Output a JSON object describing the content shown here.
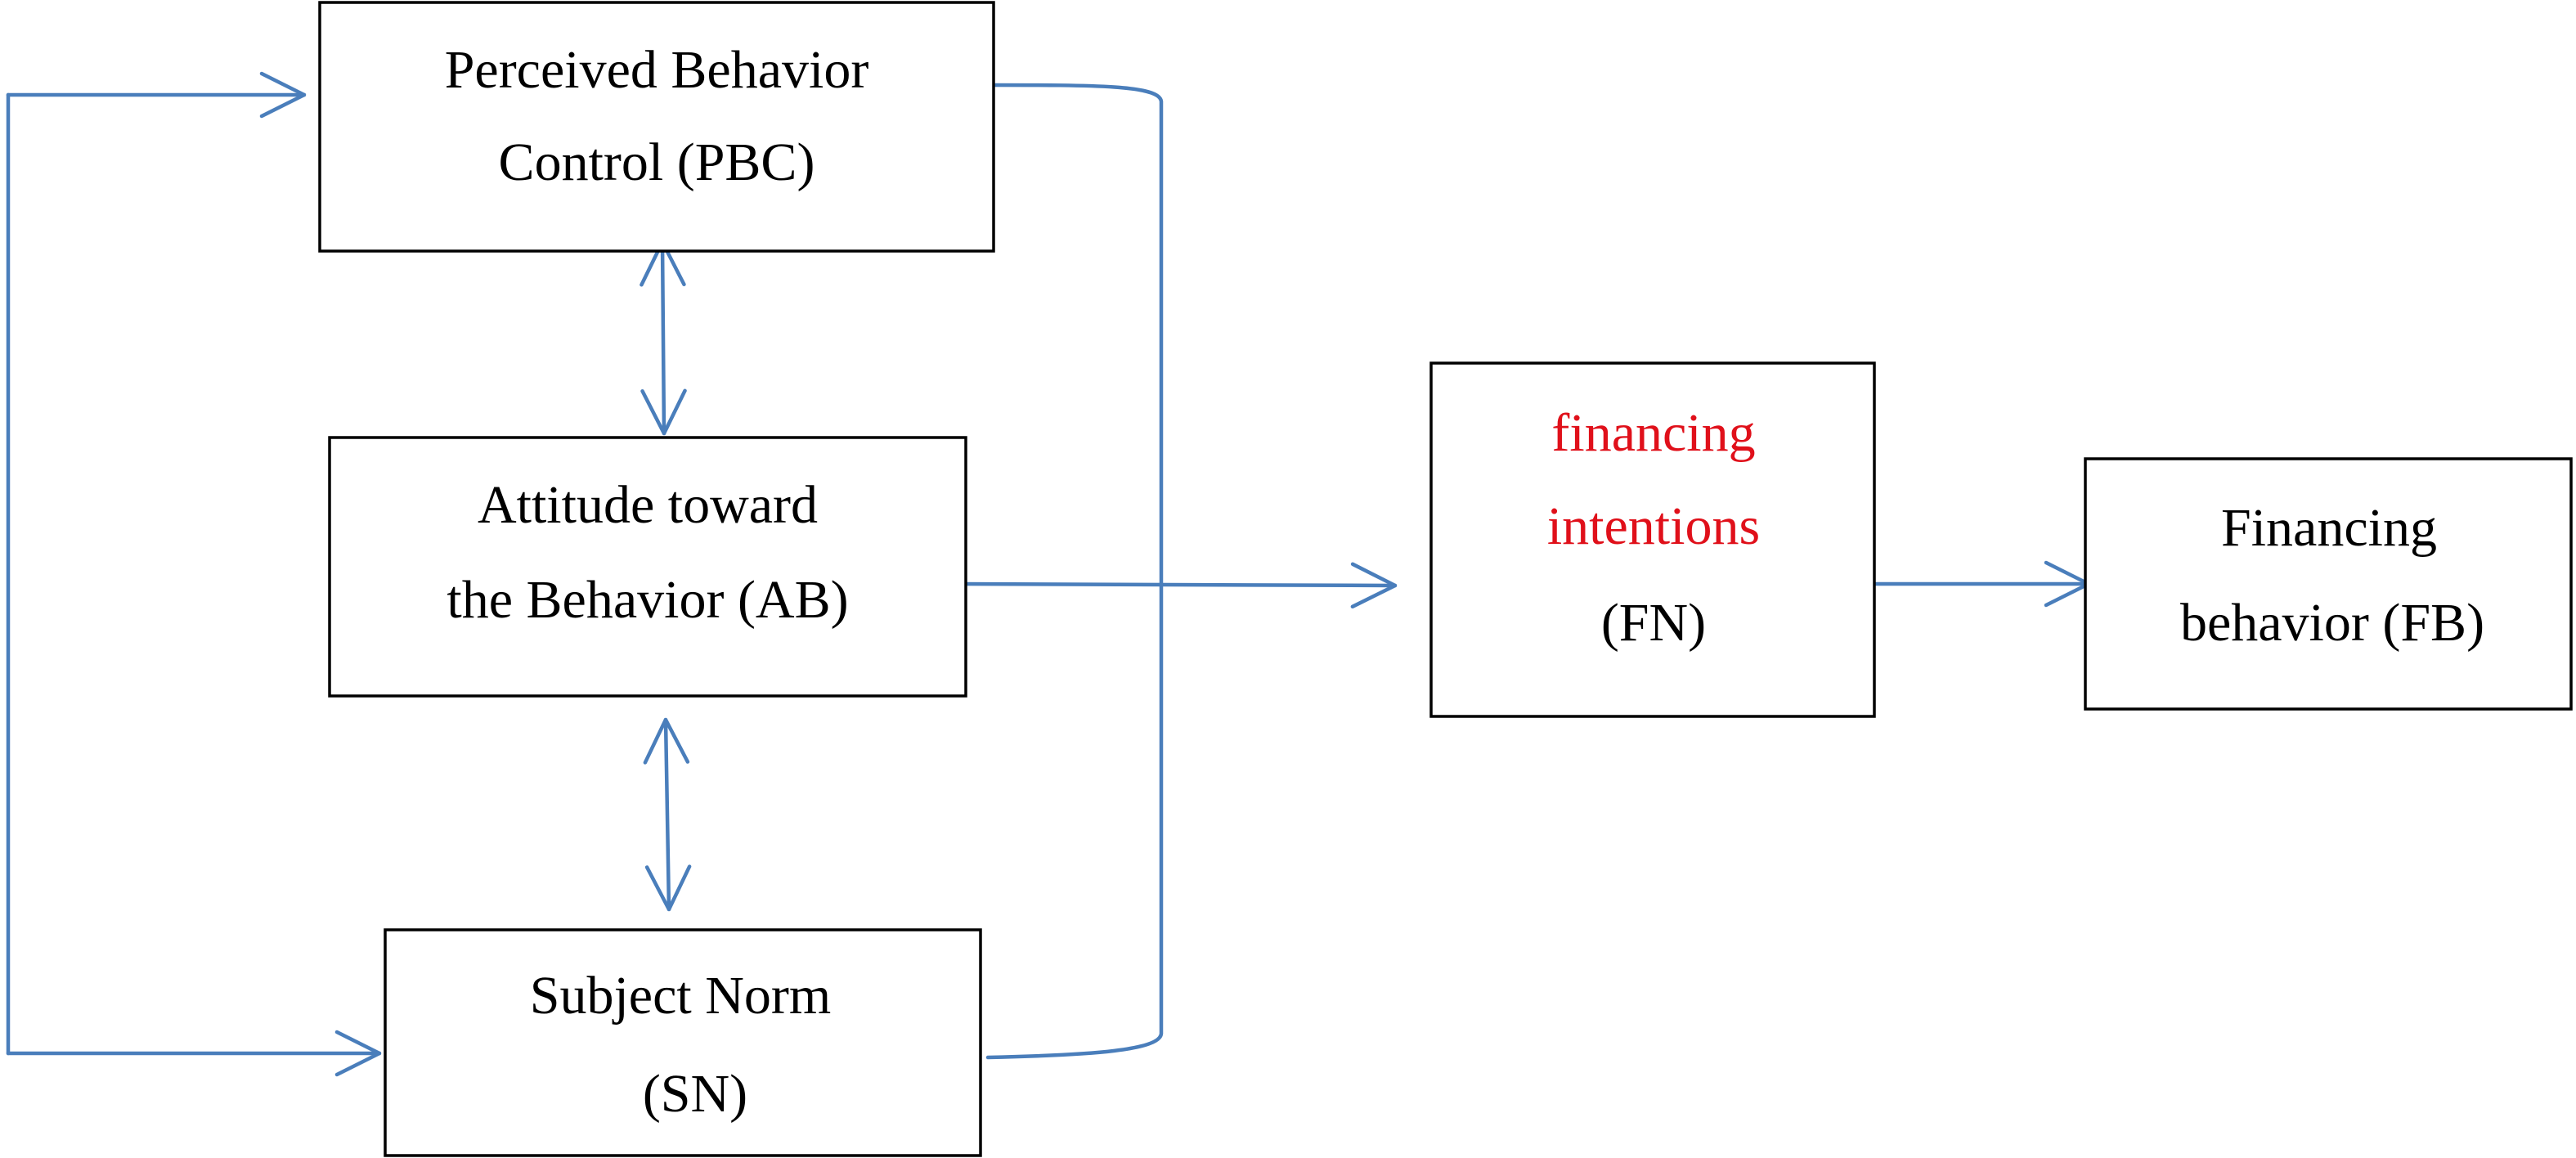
{
  "colors": {
    "arrow": "#4a7ebb",
    "box_border": "#000000",
    "text": "#000000",
    "highlight_text": "#e0101a"
  },
  "nodes": {
    "pbc": {
      "line1": "Perceived Behavior",
      "line2": "Control (PBC)"
    },
    "ab": {
      "line1": "Attitude toward",
      "line2": "the Behavior (AB)"
    },
    "sn": {
      "line1": "Subject Norm",
      "line2": "(SN)"
    },
    "fn": {
      "line1": "financing",
      "line2": "intentions",
      "line3": "(FN)"
    },
    "fb": {
      "line1": "Financing",
      "line2": "behavior (FB)"
    }
  }
}
